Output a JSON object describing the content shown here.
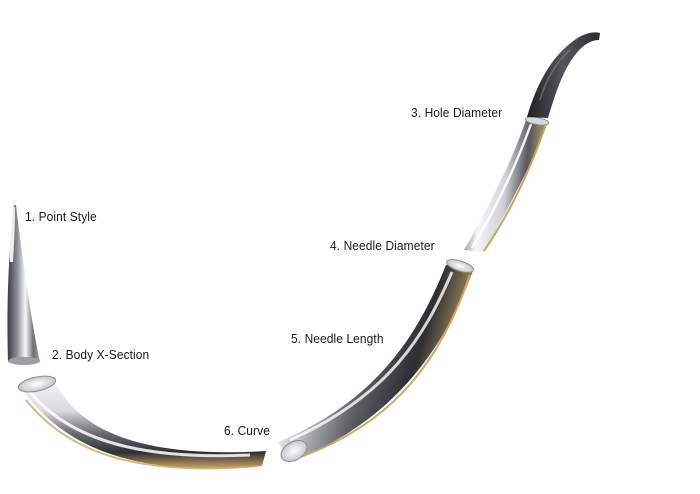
{
  "labels": {
    "point_style": "1.  Point Style",
    "body_cross_section": "2.  Body X-Section",
    "hole_diameter": "3.  Hole Diameter",
    "needle_diameter": "4.  Needle Diameter",
    "needle_length": "5.  Needle Length",
    "curve": "6.  Curve"
  },
  "colors": {
    "background": "#ffffff",
    "steel_dark": "#2e2f33",
    "steel_light": "#f4f5f7",
    "gold_edge": "#c9a867",
    "suture_tail": "#3a3b3f",
    "label_text": "#1a1a1a"
  }
}
